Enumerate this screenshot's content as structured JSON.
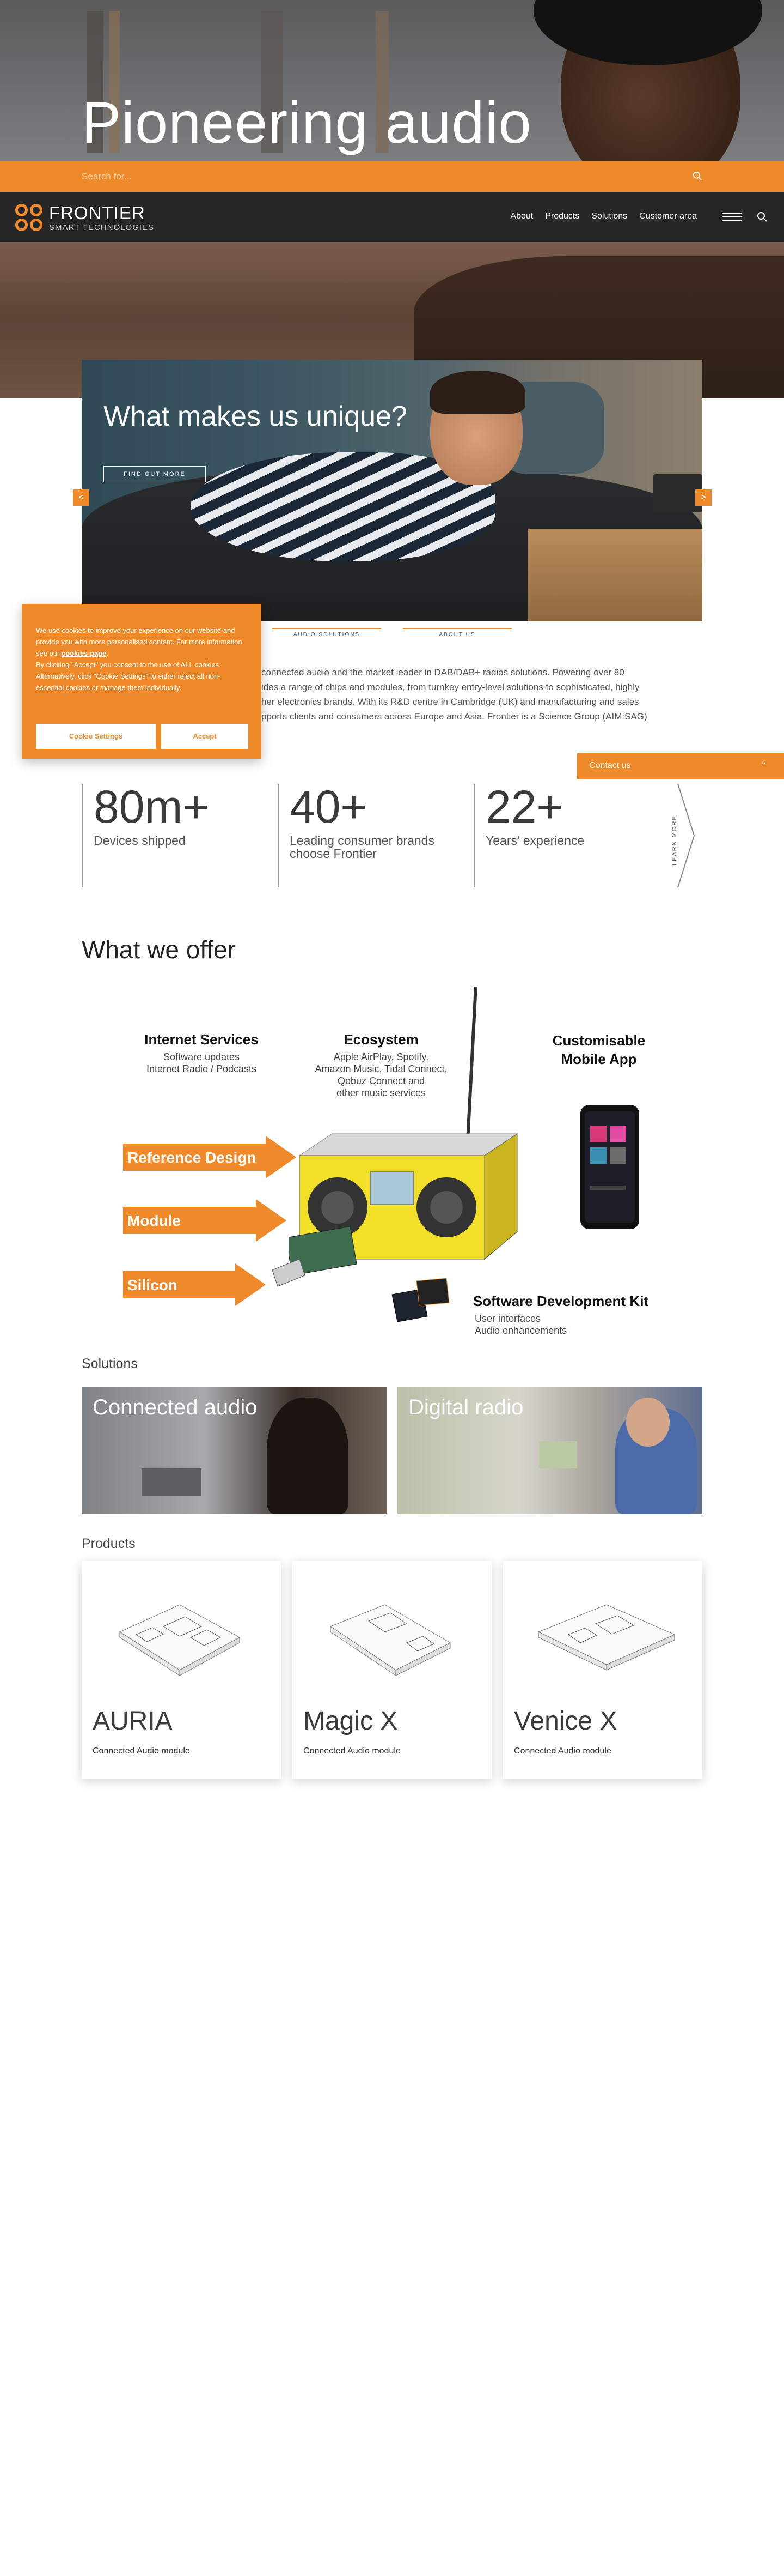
{
  "hero": {
    "title": "Pioneering audio"
  },
  "search": {
    "placeholder": "Search for..."
  },
  "nav": {
    "logo_main": "FRONTIER",
    "logo_sub": "SMART TECHNOLOGIES",
    "links": [
      "About",
      "Products",
      "Solutions",
      "Customer area"
    ]
  },
  "carousel": {
    "title": "What makes us unique?",
    "button": "FIND OUT MORE",
    "prev": "<",
    "next": ">",
    "tabs": [
      "AUDIO SOLUTIONS",
      "ABOUT US"
    ]
  },
  "intro": {
    "lines": [
      "connected audio and the market leader in DAB/DAB+ radios solutions. Powering over 80",
      "ides a range of chips and modules, from turnkey entry-level solutions to sophisticated, highly",
      "her electronics brands. With its R&D centre in Cambridge (UK) and manufacturing and sales",
      "pports clients and consumers across Europe and Asia. Frontier is a Science Group (AIM:SAG)"
    ]
  },
  "cookie": {
    "text1": "We use cookies to improve your experience on our website and provide you with more personalised content. For more information see our ",
    "link": "cookies page",
    "text2": ".",
    "text3": "By clicking \"Accept\" you consent to the use of ALL cookies. Alternatively, click \"Cookie Settings\" to either reject all non-essential cookies or manage them individually.",
    "settings_label": "Cookie Settings",
    "accept_label": "Accept"
  },
  "contact": {
    "label": "Contact us",
    "chevron": "^"
  },
  "stats": [
    {
      "value": "80m+",
      "label": "Devices shipped"
    },
    {
      "value": "40+",
      "label": "Leading consumer brands choose Frontier"
    },
    {
      "value": "22+",
      "label": "Years' experience"
    }
  ],
  "learn_more": "LEARN MORE",
  "offer": {
    "title": "What we offer",
    "internet_services": "Internet Services",
    "internet_services_sub": [
      "Software updates",
      "Internet Radio / Podcasts"
    ],
    "ecosystem": "Ecosystem",
    "ecosystem_sub": [
      "Apple AirPlay, Spotify,",
      "Amazon Music, Tidal Connect,",
      "Qobuz Connect and",
      "other music services"
    ],
    "mobile_app": [
      "Customisable",
      "Mobile App"
    ],
    "reference_design": "Reference Design",
    "module": "Module",
    "silicon": "Silicon",
    "sdk": "Software Development Kit",
    "sdk_sub": [
      "User interfaces",
      "Audio enhancements"
    ]
  },
  "solutions": {
    "heading": "Solutions",
    "cards": [
      "Connected audio",
      "Digital radio"
    ]
  },
  "products": {
    "heading": "Products",
    "items": [
      {
        "name": "AURIA",
        "desc": "Connected Audio module"
      },
      {
        "name": "Magic X",
        "desc": "Connected Audio module"
      },
      {
        "name": "Venice X",
        "desc": "Connected Audio module"
      }
    ]
  },
  "colors": {
    "accent": "#ef8a2a",
    "navbar": "#262626"
  }
}
